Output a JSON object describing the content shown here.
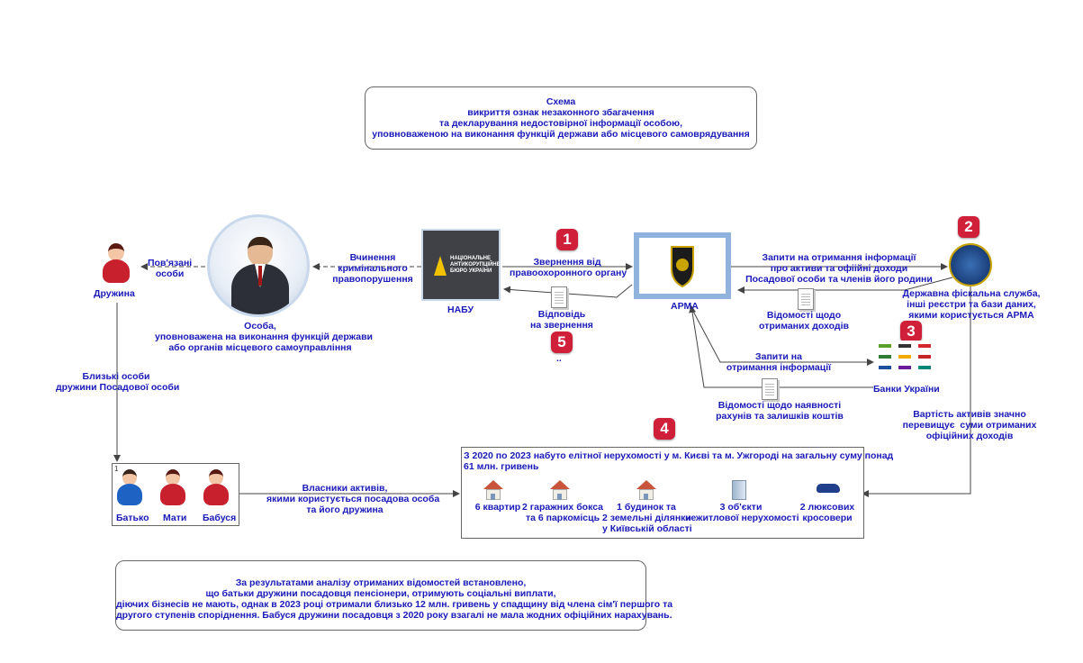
{
  "title": {
    "line1": "Схема",
    "line2": "викриття ознак незаконного збагачення",
    "line3": "та декларування недостовірної інформації особою,",
    "line4": "уповноваженою на виконання функцій держави або місцевого самоврядування"
  },
  "nodes": {
    "wife": "Дружина",
    "related": "Пов'язані\nособи",
    "official": "Особа,\nуповноважена на виконання функцій держави\nабо органів місцевого самоуправління",
    "crime": "Вчинення\nкримінального\nправопорушення",
    "nabu": "НАБУ",
    "nabu_logo_text": "НАЦІОНАЛЬНЕ\nАНТИКОРУПЦІЙНЕ\nБЮРО УКРАЇНИ",
    "appeal": "Звернення від\nправоохоронного органу",
    "response": "Відповідь\nна звернення",
    "response_dots": "..",
    "arma": "АРМА",
    "requests_tax": "Запити на отримання інформації\nпро активи та офіійні доходи\nПосадової особи та членів його родини",
    "income_info": "Відомості щодо\nотриманих доходів",
    "tax_service": "Державна фіскальна служба,\nінші реєстри та бази даних,\nякими користується АРМА",
    "requests_banks": "Запити на\nотримання інформації",
    "banks": "Банки України",
    "bank_info": "Відомості щодо наявності\nрахунів та залишків коштів",
    "assets_exceed": "Вартість активів значно\nперевищує  суми отриманих\nофіційних доходів",
    "close_persons": "Близькі особи\nдружини Посадової особи",
    "owners": "Власники активів,\nякими користується посадова особа\nта його дружина",
    "family_box_num": "1",
    "father": "Батько",
    "mother": "Мати",
    "grandma": "Бабуся"
  },
  "badges": [
    "1",
    "2",
    "3",
    "4",
    "5"
  ],
  "assets": {
    "header": "З 2020 по 2023 набуто елітної нерухомості у м. Києві та м. Ужгороді на загальну суму понад\n61 млн. гривень",
    "items": [
      {
        "label": "6 квартир",
        "icon": "apartment-icon"
      },
      {
        "label": "2 гаражних бокса\nта 6 паркомісць",
        "icon": "garage-icon"
      },
      {
        "label": "1 будинок та\n2 земельні ділянки\nу Київській області",
        "icon": "house-icon"
      },
      {
        "label": "3 об'єкти\nнежитлової нерухомості",
        "icon": "office-building-icon"
      },
      {
        "label": "2 люксових\nкросовери",
        "icon": "car-icon"
      }
    ]
  },
  "conclusion": "За результатами аналізу отриманих відомостей встановлено,\nщо батьки дружини посадовця пенсіонери, отримують соціальні виплати,\nдіючих бізнесів не мають, однак в 2023 році отримали близько 12 млн. гривень у спадщину від члена сім'ї першого та\nдругого ступенів споріднення. Бабуся дружини посадовця з 2020 року взагалі не мала жодних офіційних нарахувань.",
  "colors": {
    "text": "#1a1ab8",
    "badge": "#d01f39",
    "arma_border": "#8fb3dd"
  }
}
